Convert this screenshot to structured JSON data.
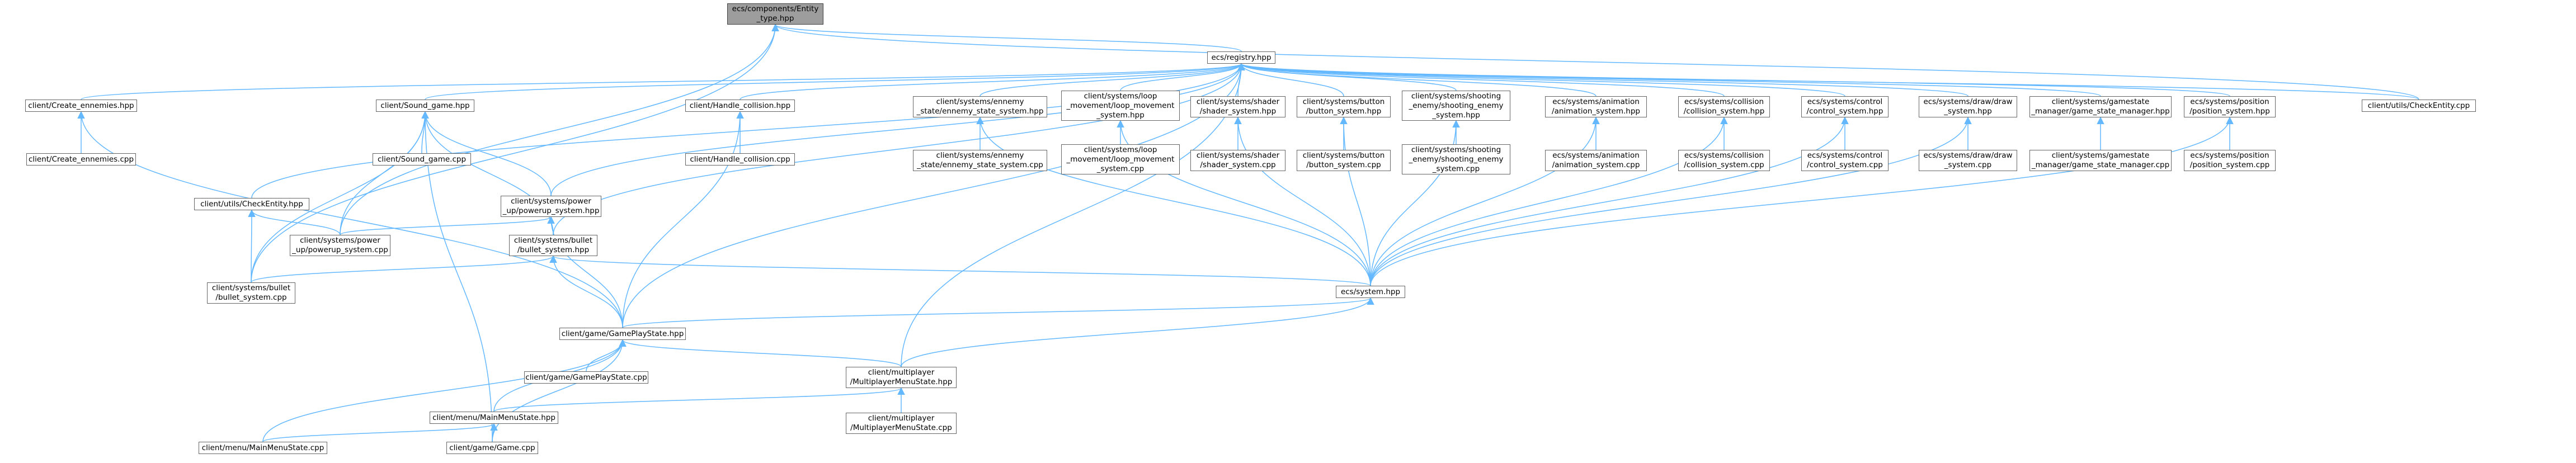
{
  "graph": {
    "edge_color": "#63b8ff",
    "node_border": "#666666",
    "root_fill": "#9d9d9d",
    "nodes": {
      "entity": "ecs/components/Entity\n_type.hpp",
      "registry": "ecs/registry.hpp",
      "create_enemies_hpp": "client/Create_ennemies.hpp",
      "create_enemies_cpp": "client/Create_ennemies.cpp",
      "sound_game_hpp": "client/Sound_game.hpp",
      "sound_game_cpp": "client/Sound_game.cpp",
      "handle_collision_hpp": "client/Handle_collision.hpp",
      "handle_collision_cpp": "client/Handle_collision.cpp",
      "enemy_state_hpp": "client/systems/ennemy\n_state/ennemy_state_system.hpp",
      "enemy_state_cpp": "client/systems/ennemy\n_state/ennemy_state_system.cpp",
      "loop_movement_hpp": "client/systems/loop\n_movement/loop_movement\n_system.hpp",
      "loop_movement_cpp": "client/systems/loop\n_movement/loop_movement\n_system.cpp",
      "shader_hpp": "client/systems/shader\n/shader_system.hpp",
      "shader_cpp": "client/systems/shader\n/shader_system.cpp",
      "button_hpp": "client/systems/button\n/button_system.hpp",
      "button_cpp": "client/systems/button\n/button_system.cpp",
      "shooting_enemy_hpp": "client/systems/shooting\n_enemy/shooting_enemy\n_system.hpp",
      "shooting_enemy_cpp": "client/systems/shooting\n_enemy/shooting_enemy\n_system.cpp",
      "animation_hpp": "ecs/systems/animation\n/animation_system.hpp",
      "animation_cpp": "ecs/systems/animation\n/animation_system.cpp",
      "collision_hpp": "ecs/systems/collision\n/collision_system.hpp",
      "collision_cpp": "ecs/systems/collision\n/collision_system.cpp",
      "control_hpp": "ecs/systems/control\n/control_system.hpp",
      "control_cpp": "ecs/systems/control\n/control_system.cpp",
      "draw_hpp": "ecs/systems/draw/draw\n_system.hpp",
      "draw_cpp": "ecs/systems/draw/draw\n_system.cpp",
      "gamestate_hpp": "client/systems/gamestate\n_manager/game_state_manager.hpp",
      "gamestate_cpp": "client/systems/gamestate\n_manager/game_state_manager.cpp",
      "position_hpp": "ecs/systems/position\n/position_system.hpp",
      "position_cpp": "ecs/systems/position\n/position_system.cpp",
      "check_entity_cpp": "client/utils/CheckEntity.cpp",
      "check_entity_hpp": "client/utils/CheckEntity.hpp",
      "powerup_hpp": "client/systems/power\n_up/powerup_system.hpp",
      "powerup_cpp": "client/systems/power\n_up/powerup_system.cpp",
      "bullet_hpp": "client/systems/bullet\n/bullet_system.hpp",
      "bullet_cpp": "client/systems/bullet\n/bullet_system.cpp",
      "system_hpp": "ecs/system.hpp",
      "gameplay_hpp": "client/game/GamePlayState.hpp",
      "gameplay_cpp": "client/game/GamePlayState.cpp",
      "multiplayer_hpp": "client/multiplayer\n/MultiplayerMenuState.hpp",
      "multiplayer_cpp": "client/multiplayer\n/MultiplayerMenuState.cpp",
      "mainmenu_hpp": "client/menu/MainMenuState.hpp",
      "mainmenu_cpp": "client/menu/MainMenuState.cpp",
      "game_cpp": "client/game/Game.cpp"
    }
  }
}
